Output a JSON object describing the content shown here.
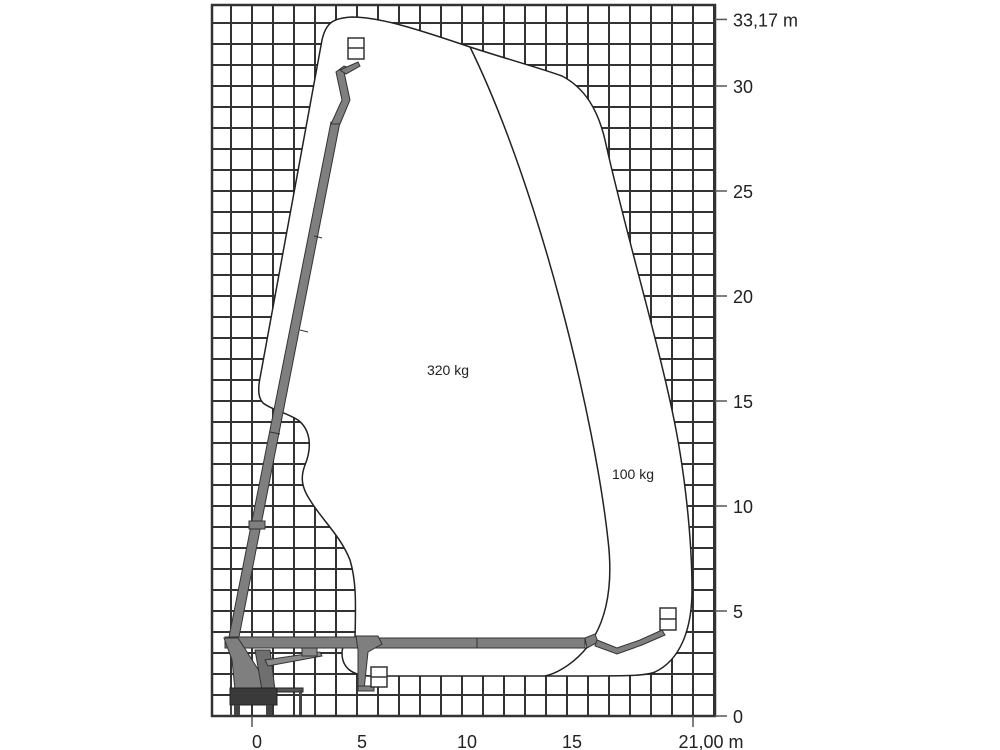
{
  "diagram": {
    "y_axis": {
      "labels": [
        "33,17 m",
        "30",
        "25",
        "20",
        "15",
        "10",
        "5",
        "0"
      ],
      "values": [
        33.17,
        30,
        25,
        20,
        15,
        10,
        5,
        0
      ]
    },
    "x_axis": {
      "labels": [
        "0",
        "5",
        "10",
        "15",
        "21,00 m"
      ],
      "values": [
        0,
        5,
        10,
        15,
        21
      ]
    },
    "zones": [
      {
        "label": "320 kg"
      },
      {
        "label": "100 kg"
      }
    ],
    "grid_step_m": 1,
    "colors": {
      "grid": "#333333",
      "boom": "#7f7f7f",
      "chassis": "#3a3a3a",
      "envelope": "#ffffff"
    }
  }
}
